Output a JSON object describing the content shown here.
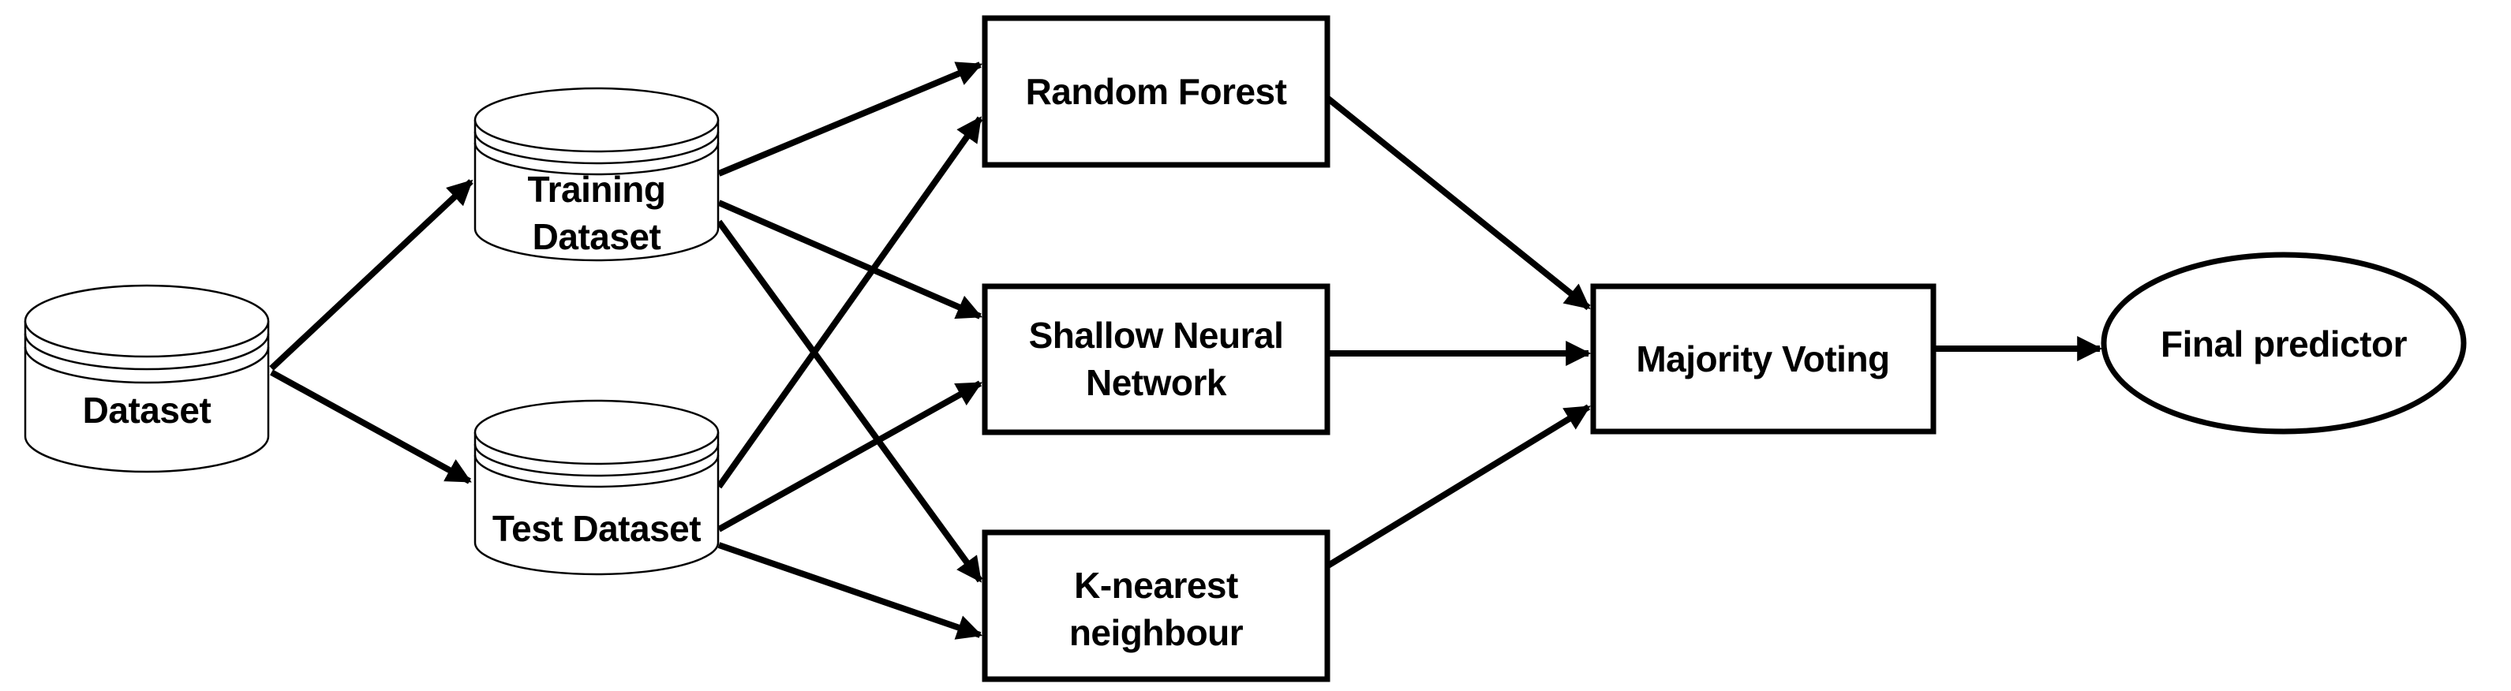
{
  "diagram": {
    "type": "flowchart",
    "background": "#ffffff",
    "stroke_color": "#000000",
    "text_color": "#000000"
  },
  "nodes": {
    "dataset": {
      "shape": "cylinder",
      "label": "Dataset"
    },
    "training_dataset": {
      "shape": "cylinder",
      "line1": "Training",
      "line2": "Dataset"
    },
    "test_dataset": {
      "shape": "cylinder",
      "label": "Test Dataset"
    },
    "random_forest": {
      "shape": "rect",
      "label": "Random Forest"
    },
    "shallow_neural_network": {
      "shape": "rect",
      "line1": "Shallow Neural",
      "line2": "Network"
    },
    "k_nearest_neighbour": {
      "shape": "rect",
      "line1": "K-nearest",
      "line2": "neighbour"
    },
    "majority_voting": {
      "shape": "rect",
      "label": "Majority Voting"
    },
    "final_predictor": {
      "shape": "ellipse",
      "label": "Final predictor"
    }
  },
  "edges": [
    {
      "from": "dataset",
      "to": "training_dataset"
    },
    {
      "from": "dataset",
      "to": "test_dataset"
    },
    {
      "from": "training_dataset",
      "to": "random_forest"
    },
    {
      "from": "training_dataset",
      "to": "shallow_neural_network"
    },
    {
      "from": "training_dataset",
      "to": "k_nearest_neighbour"
    },
    {
      "from": "test_dataset",
      "to": "random_forest"
    },
    {
      "from": "test_dataset",
      "to": "shallow_neural_network"
    },
    {
      "from": "test_dataset",
      "to": "k_nearest_neighbour"
    },
    {
      "from": "random_forest",
      "to": "majority_voting"
    },
    {
      "from": "shallow_neural_network",
      "to": "majority_voting"
    },
    {
      "from": "k_nearest_neighbour",
      "to": "majority_voting"
    },
    {
      "from": "majority_voting",
      "to": "final_predictor"
    }
  ]
}
